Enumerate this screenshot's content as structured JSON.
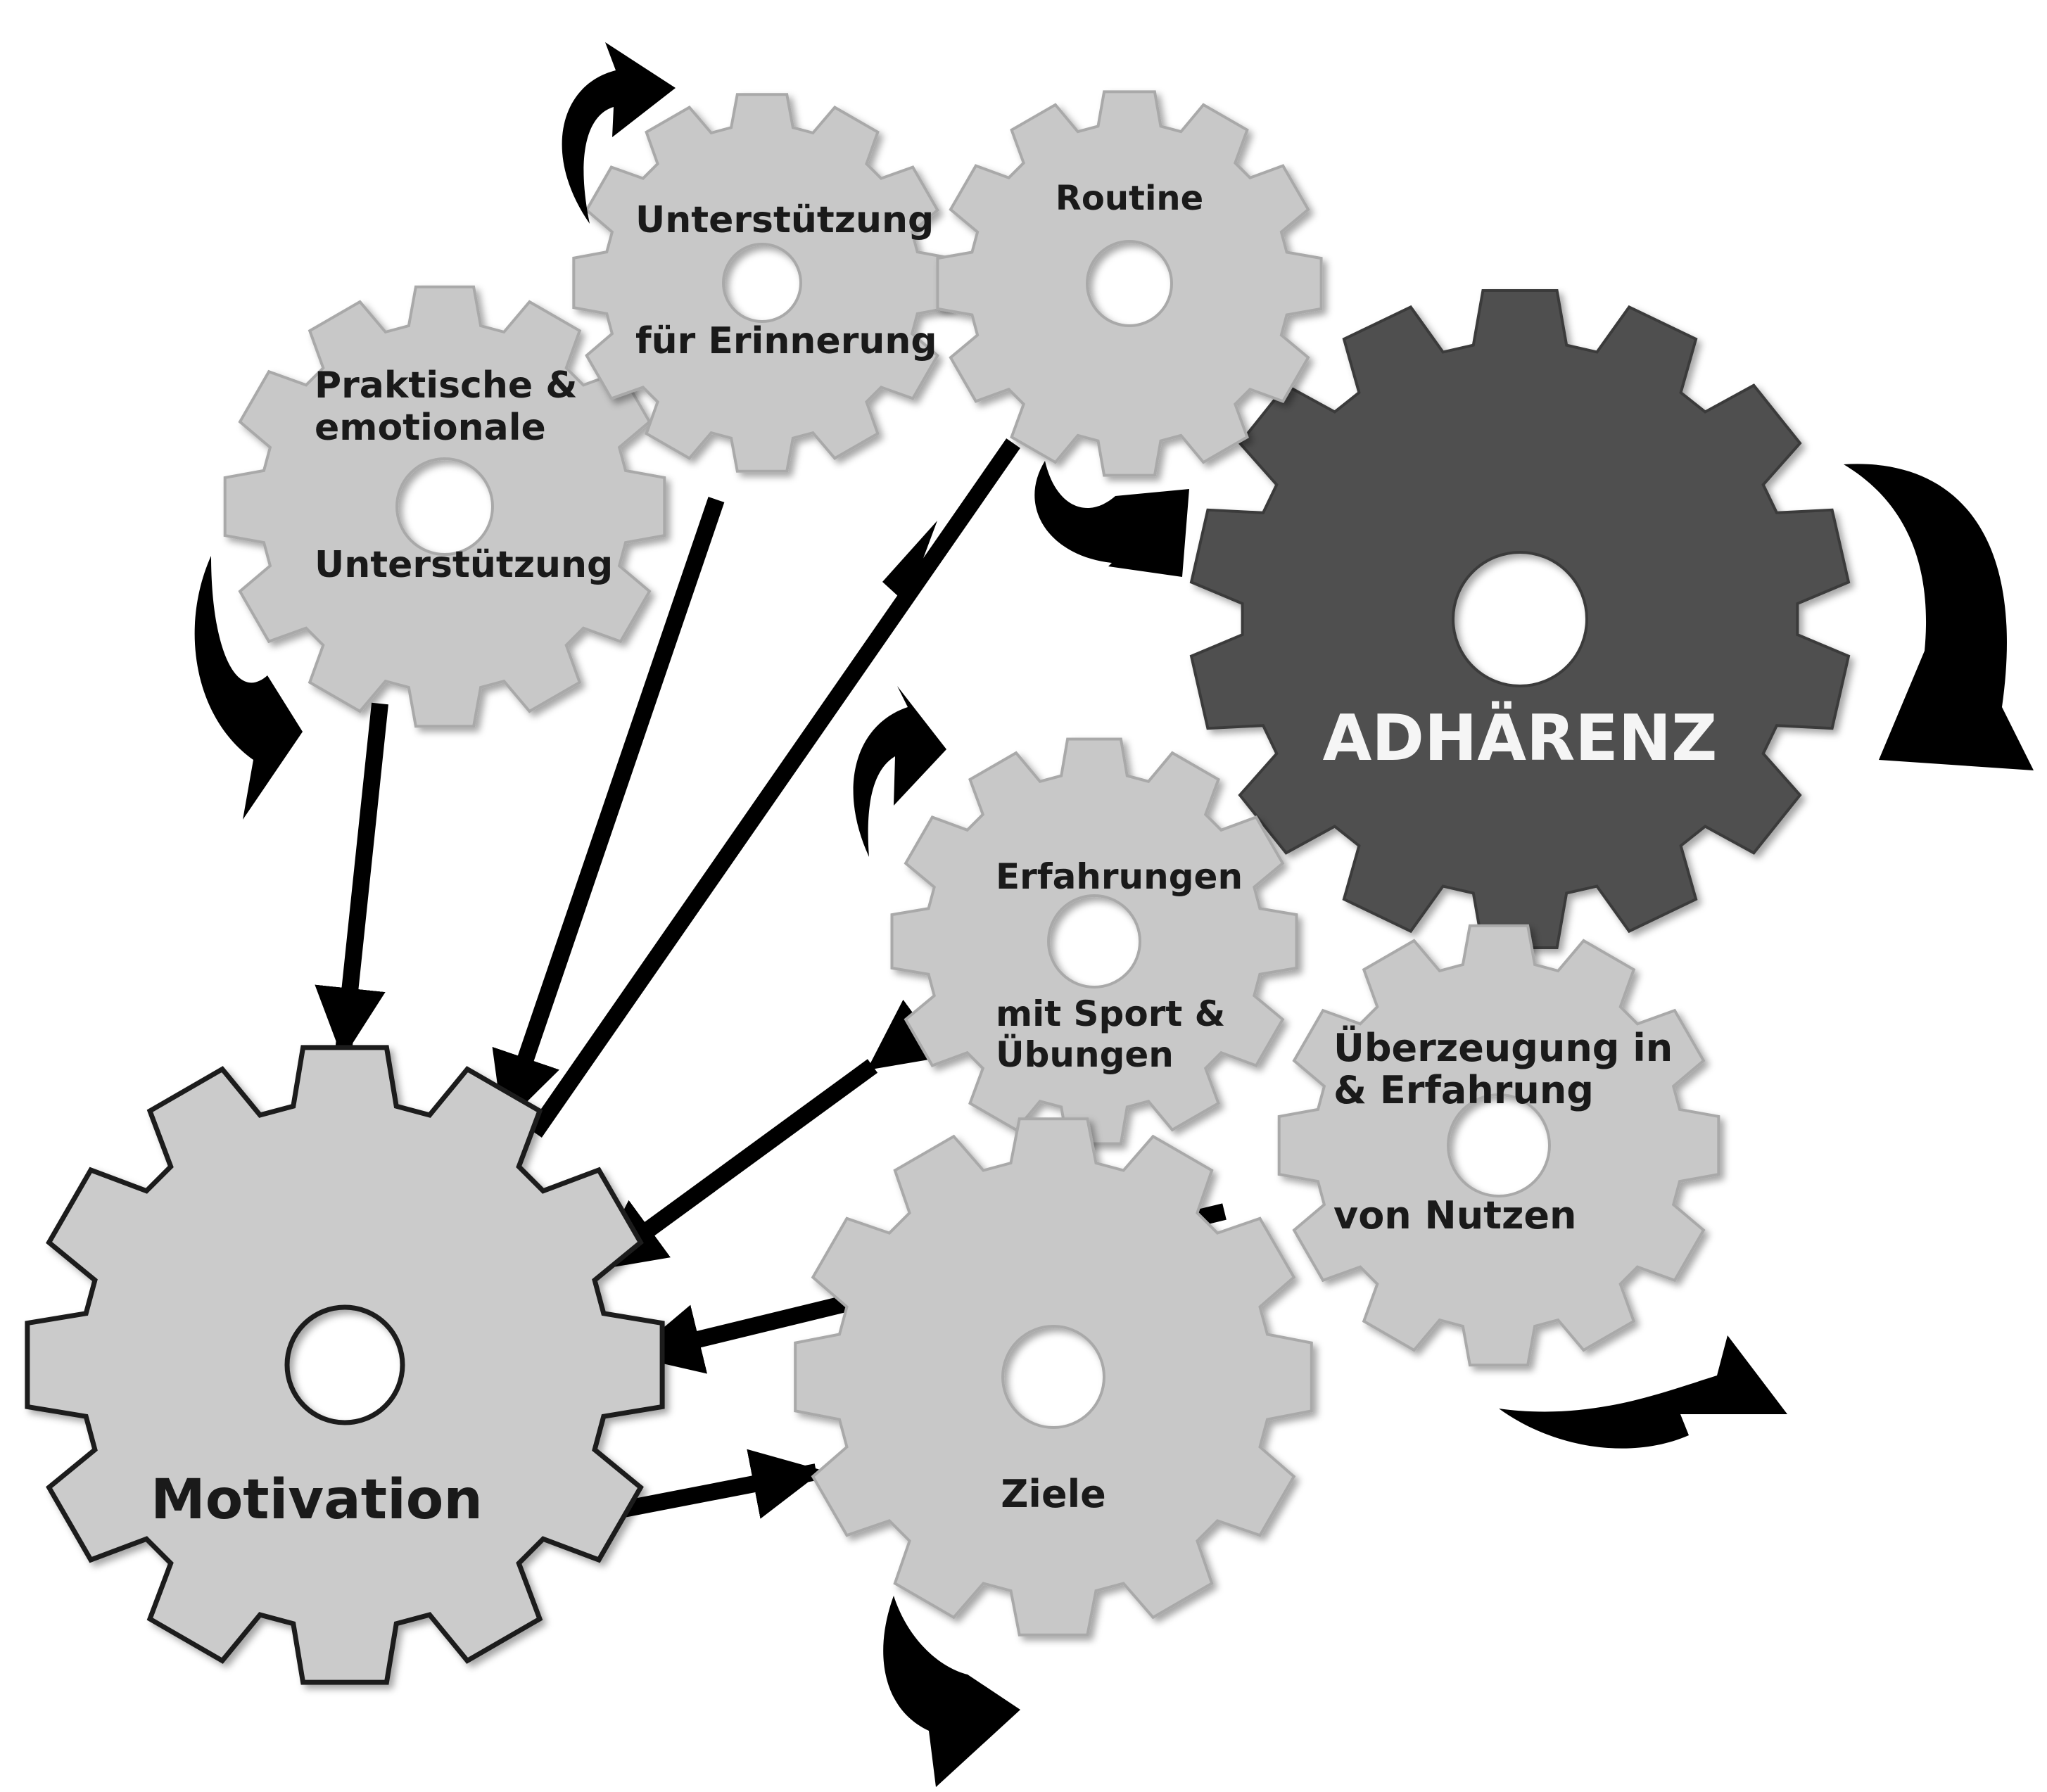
{
  "colors": {
    "background": "#ffffff",
    "gear_fill": "#c8c8c8",
    "gear_stroke": "#a9a9a9",
    "gear_adherence_fill": "#4f4f4f",
    "motivation_stroke": "#1a1a1a",
    "arrow": "#000000",
    "text_dark": "#1a1a1a",
    "text_light": "#f5f5f5"
  },
  "gears": {
    "motivation": {
      "label": "Motivation"
    },
    "adherence": {
      "label": "ADHÄRENZ"
    },
    "praktische": {
      "line1": "Praktische &",
      "line2": "emotionale",
      "line3": "Unterstützung"
    },
    "erinnerung": {
      "line1": "Unterstützung",
      "line2": "für Erinnerung"
    },
    "routine": {
      "label": "Routine"
    },
    "erfahrungen": {
      "line1": "Erfahrungen",
      "line2": "mit Sport &",
      "line3": "Übungen"
    },
    "ueberzeugung": {
      "line1": "Überzeugung in",
      "line2": "& Erfahrung",
      "line3": "von Nutzen"
    },
    "ziele": {
      "label": "Ziele"
    }
  }
}
